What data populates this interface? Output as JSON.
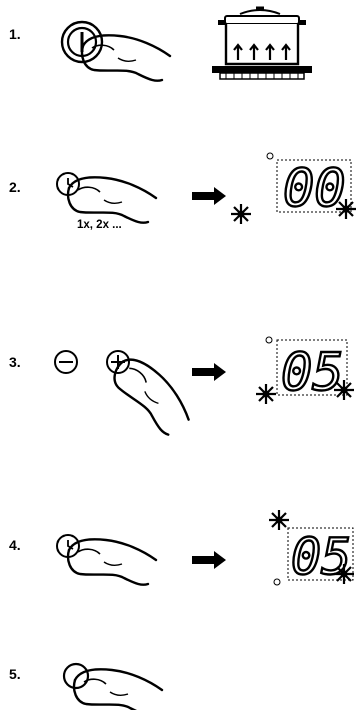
{
  "steps": [
    {
      "number": "1.",
      "action": "press-on-off-button",
      "result": "pot-on-hob"
    },
    {
      "number": "2.",
      "action": "press-timer-button",
      "caption": "1x, 2x  ...",
      "display": "00",
      "blinking": [
        "bottom-left",
        "top-right"
      ]
    },
    {
      "number": "3.",
      "action": "press-minus-plus",
      "display": "05",
      "blinking": [
        "bottom-left",
        "bottom-right"
      ]
    },
    {
      "number": "4.",
      "action": "press-timer-button",
      "display": "05",
      "blinking": [
        "top-left",
        "bottom-right"
      ]
    },
    {
      "number": "5.",
      "action": "press-button"
    }
  ],
  "colors": {
    "ink": "#000000",
    "paper": "#ffffff"
  }
}
